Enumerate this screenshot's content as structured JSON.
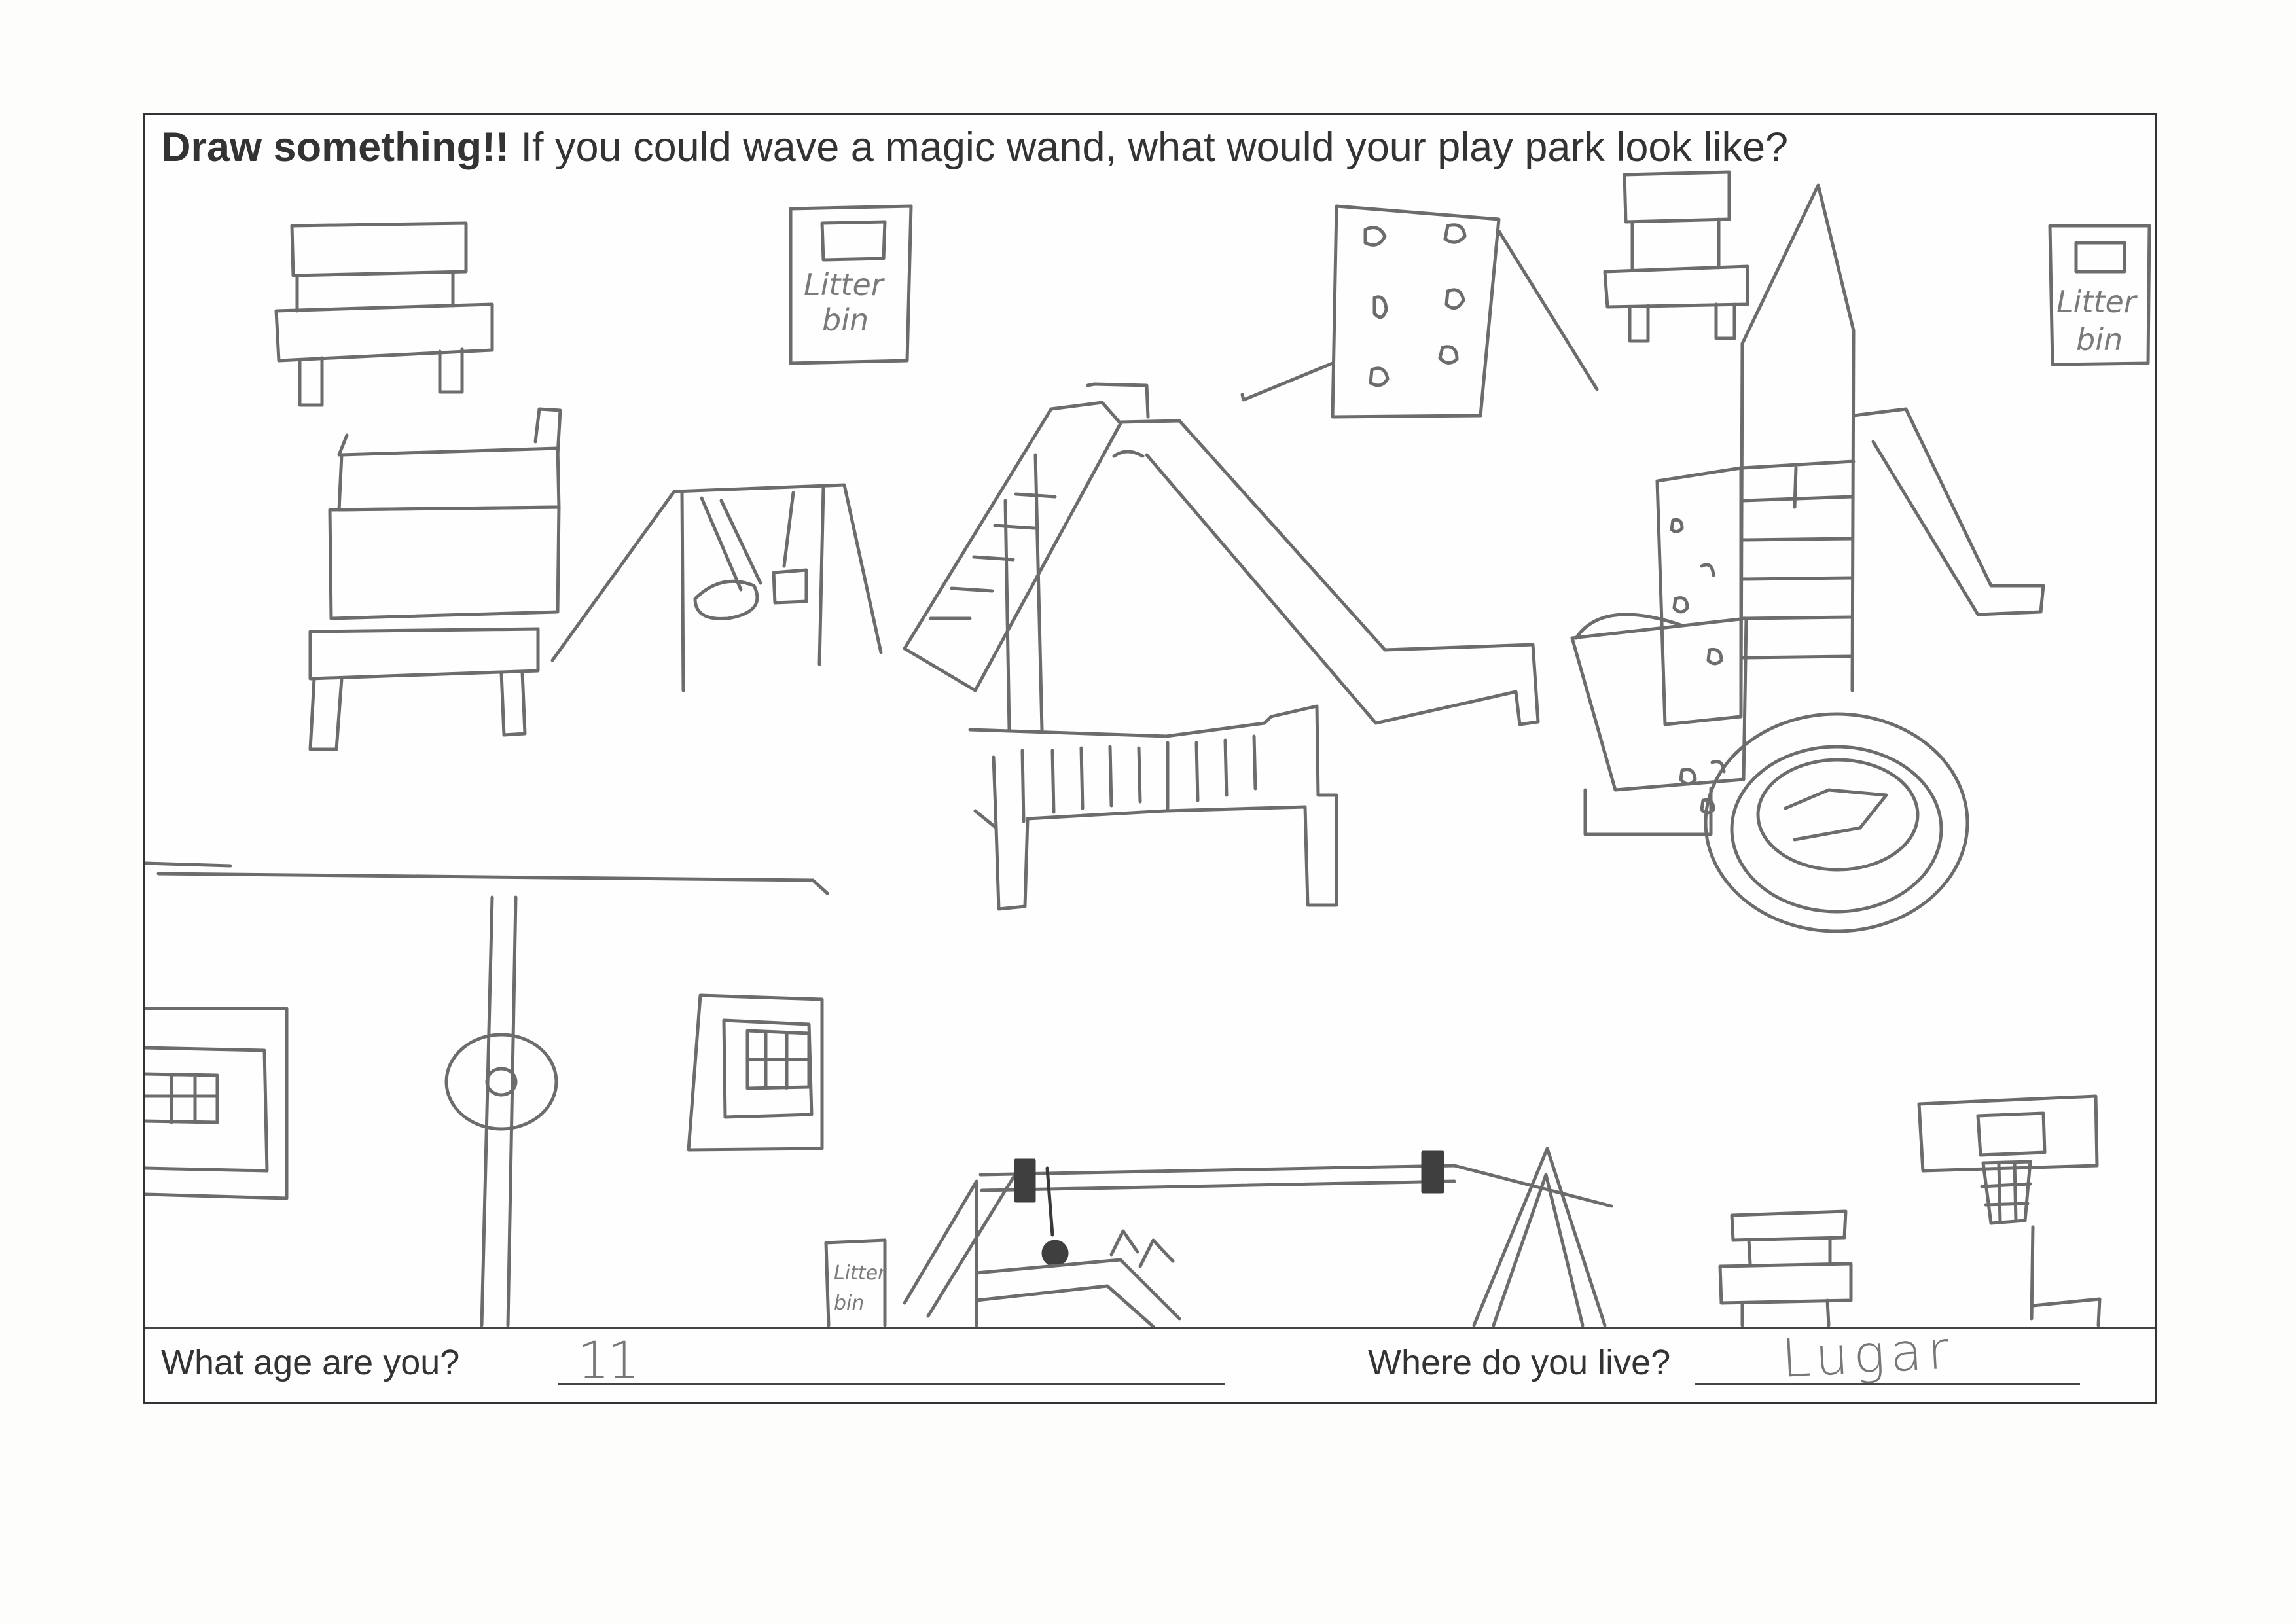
{
  "header": {
    "prompt_bold": "Draw something!!",
    "prompt_text": " If you could wave a magic wand, what would your play park look like?"
  },
  "drawing": {
    "litter_bin_label": "Litter bin",
    "litter_bin_word1": "Litter",
    "litter_bin_word2": "bin"
  },
  "footer": {
    "age_question": "What age are you?",
    "age_answer": "11",
    "location_question": "Where do you live?",
    "location_answer": "Lugar"
  }
}
